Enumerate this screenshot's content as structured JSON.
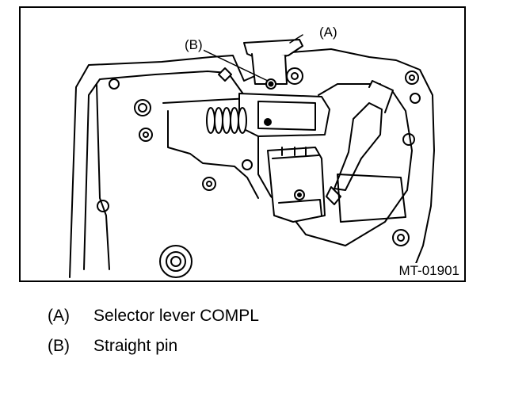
{
  "figure": {
    "code": "MT-01901",
    "callouts": {
      "a": "(A)",
      "b": "(B)"
    }
  },
  "legend": [
    {
      "key": "(A)",
      "text": "Selector lever COMPL"
    },
    {
      "key": "(B)",
      "text": "Straight pin"
    }
  ]
}
